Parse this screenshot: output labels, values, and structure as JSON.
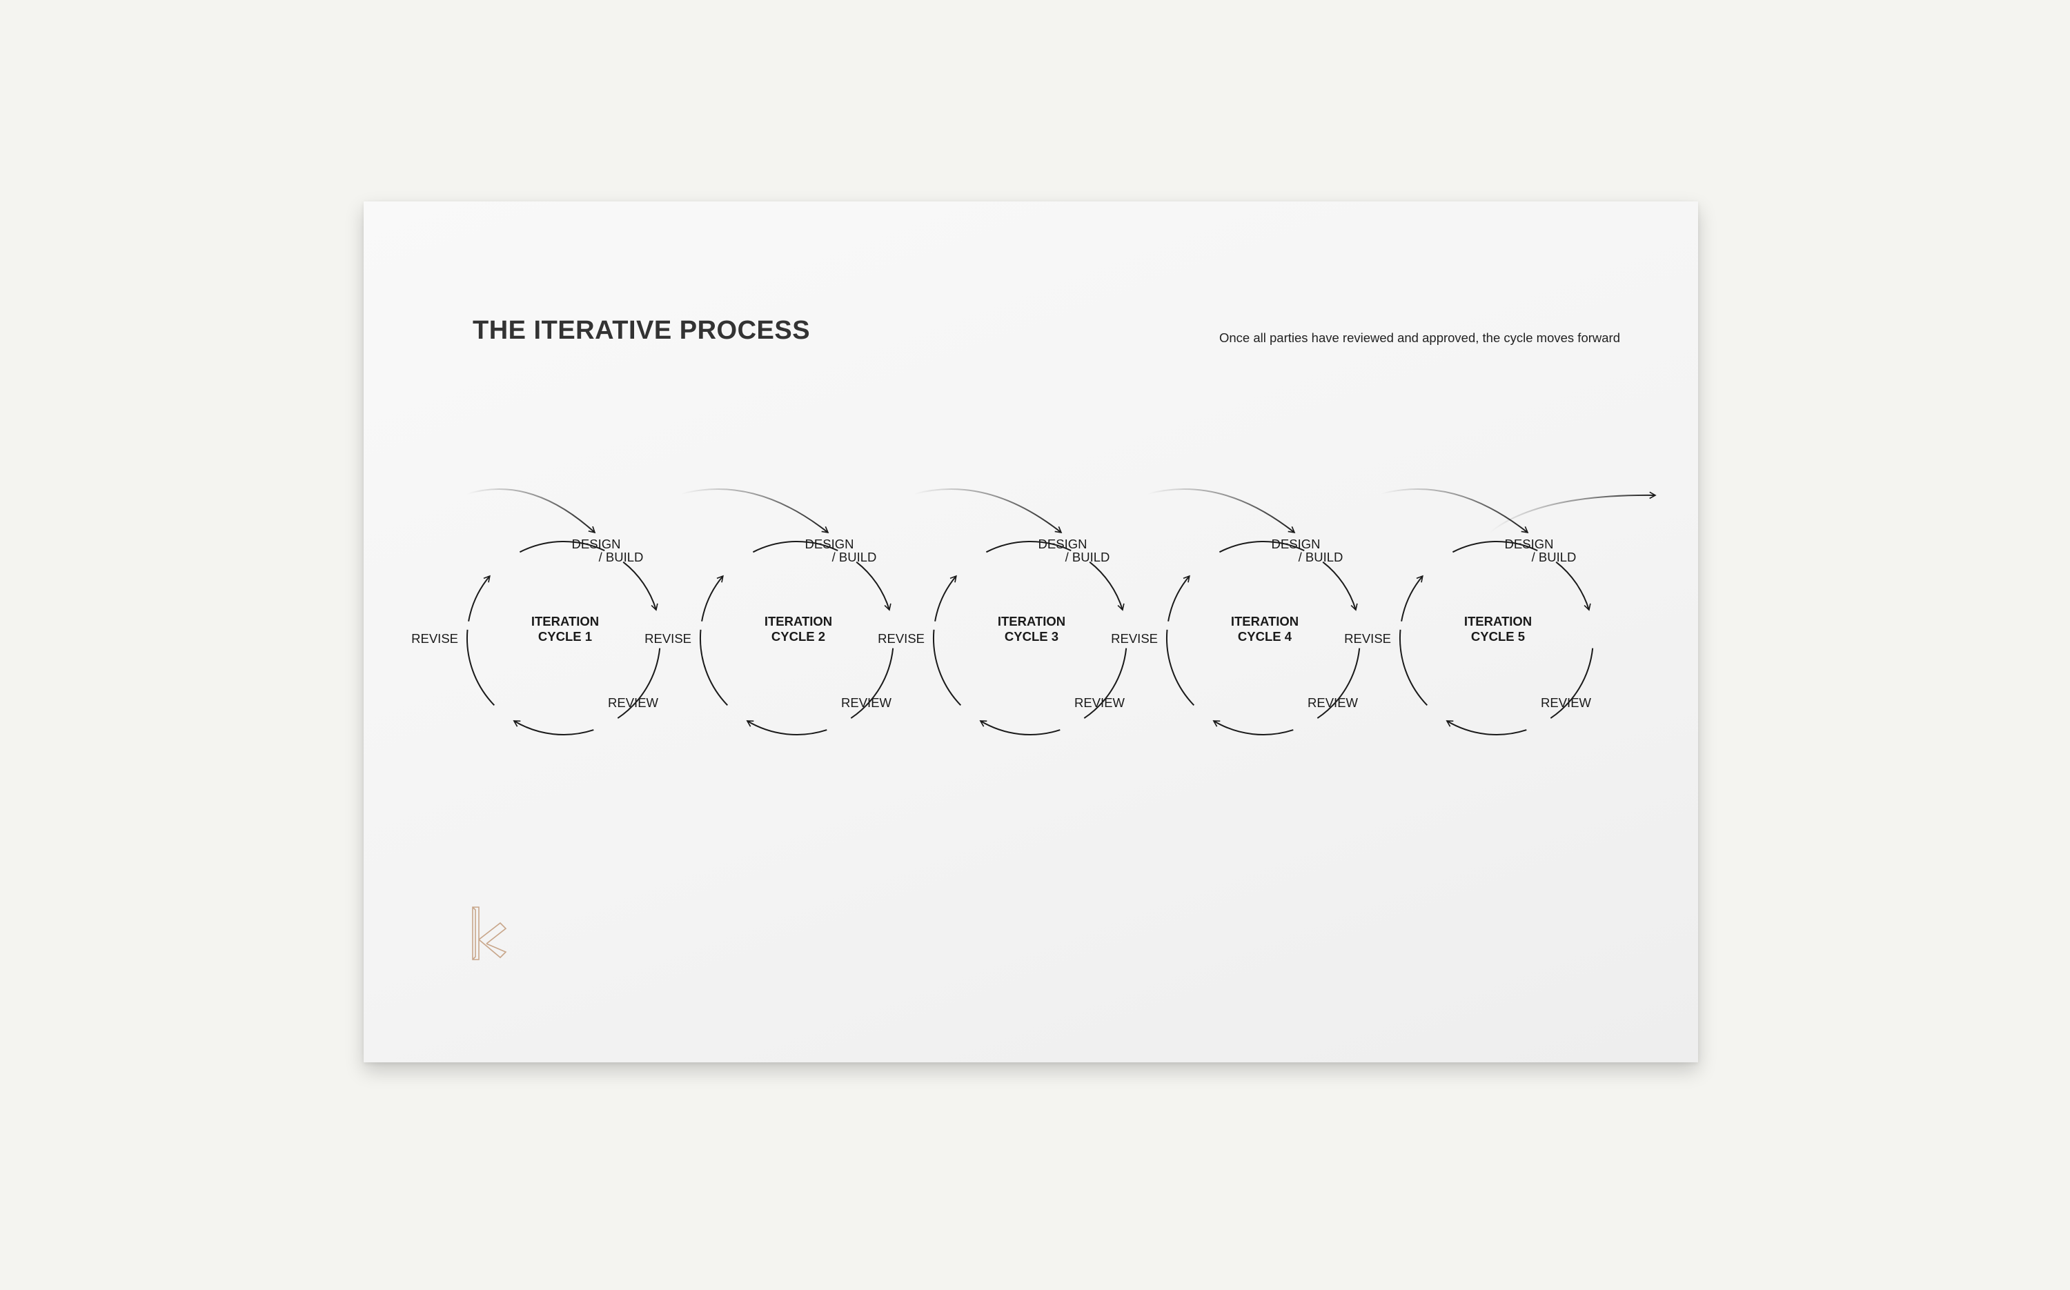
{
  "title": "THE ITERATIVE PROCESS",
  "subtitle": "Once all parties have reviewed and approved, the cycle moves forward",
  "stage_labels": {
    "design_line1": "DESIGN",
    "design_line2": "/ BUILD",
    "review": "REVIEW",
    "revise": "REVISE"
  },
  "cycles": [
    {
      "line1": "ITERATION",
      "line2": "CYCLE 1"
    },
    {
      "line1": "ITERATION",
      "line2": "CYCLE 2"
    },
    {
      "line1": "ITERATION",
      "line2": "CYCLE 3"
    },
    {
      "line1": "ITERATION",
      "line2": "CYCLE 4"
    },
    {
      "line1": "ITERATION",
      "line2": "CYCLE 5"
    }
  ],
  "colors": {
    "text": "#1a1a1a",
    "stroke": "#1a1a1a",
    "logo": "#c8a68a"
  },
  "logo_icon": "k-monogram-icon"
}
